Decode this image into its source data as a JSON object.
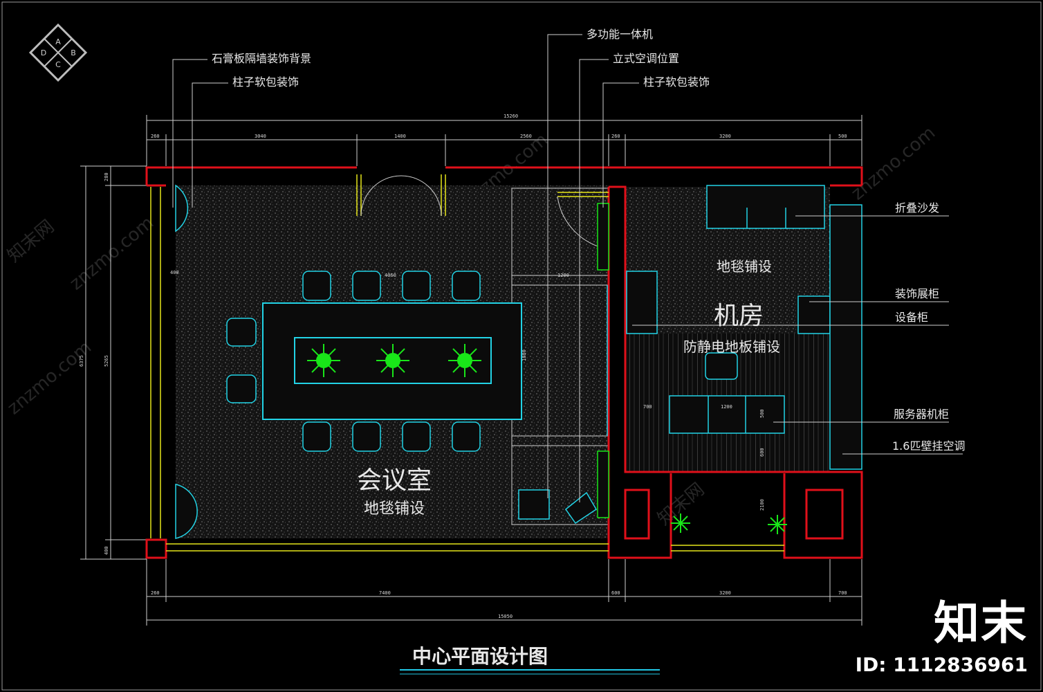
{
  "drawing": {
    "title": "中心平面设计图",
    "rooms": {
      "meeting_name": "会议室",
      "meeting_floor": "地毯铺设",
      "server_name": "机房",
      "server_floor_top": "地毯铺设",
      "server_floor_main": "防静电地板铺设"
    },
    "callouts_top": [
      "石膏板隔墙装饰背景",
      "柱子软包装饰",
      "多功能一体机",
      "立式空调位置",
      "柱子软包装饰"
    ],
    "callouts_right": [
      "折叠沙发",
      "装饰展柜",
      "设备柜",
      "服务器机柜",
      "1.6匹壁挂空调"
    ],
    "dims_top": [
      "15260",
      "260",
      "3040",
      "1400",
      "2560",
      "260",
      "3200",
      "500"
    ],
    "dims_bottom": [
      "15050",
      "260",
      "7400",
      "600",
      "3200",
      "700"
    ],
    "dims_left": [
      "6375",
      "5265",
      "280",
      "400"
    ],
    "dims_inner": [
      "4060",
      "1200",
      "1880",
      "700",
      "1200",
      "500",
      "600",
      "2100",
      "400"
    ],
    "stamp_letters": [
      "A",
      "B",
      "C",
      "D"
    ],
    "watermark": [
      "znzmo.com",
      "知末网"
    ]
  },
  "brand": {
    "logo": "知末",
    "id": "ID: 1112836961"
  },
  "colors": {
    "wall": "#e0101a",
    "furniture": "#22d3e6",
    "plant": "#19e619",
    "column_line": "#e6e61a",
    "dimension": "#cfcfcf",
    "title_underline": "#22c8e6"
  }
}
